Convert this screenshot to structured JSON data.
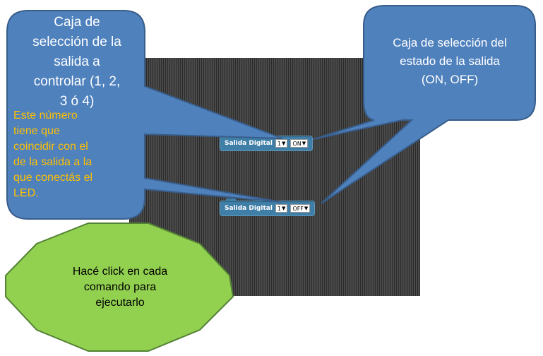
{
  "colors": {
    "bubble_fill": "#4f81bd",
    "bubble_stroke": "#385d8a",
    "note_text": "#ffc000",
    "green_fill": "#92d050",
    "green_stroke": "#548235",
    "block_fill": "#3f7ea6"
  },
  "blocks": [
    {
      "label": "Salida Digital",
      "output_value": "1",
      "state_value": "ON"
    },
    {
      "label": "Salida Digital",
      "output_value": "1",
      "state_value": "OFF"
    }
  ],
  "callout_left": {
    "lines": [
      "Caja de",
      "selección de la",
      "salida a",
      "controlar (1, 2,",
      "3 ó 4)"
    ],
    "note_lines": [
      "Este número",
      "tiene que",
      "coincidir con el",
      "de la salida a la",
      "que conectás el",
      "LED."
    ]
  },
  "callout_right": {
    "lines": [
      "Caja de selección del",
      "estado de la salida",
      "(ON, OFF)"
    ]
  },
  "callout_green": {
    "lines": [
      "Hacé click en cada",
      "comando para",
      "ejecutarlo"
    ]
  },
  "icons": {
    "dropdown_arrow": "chevron-down-icon"
  }
}
